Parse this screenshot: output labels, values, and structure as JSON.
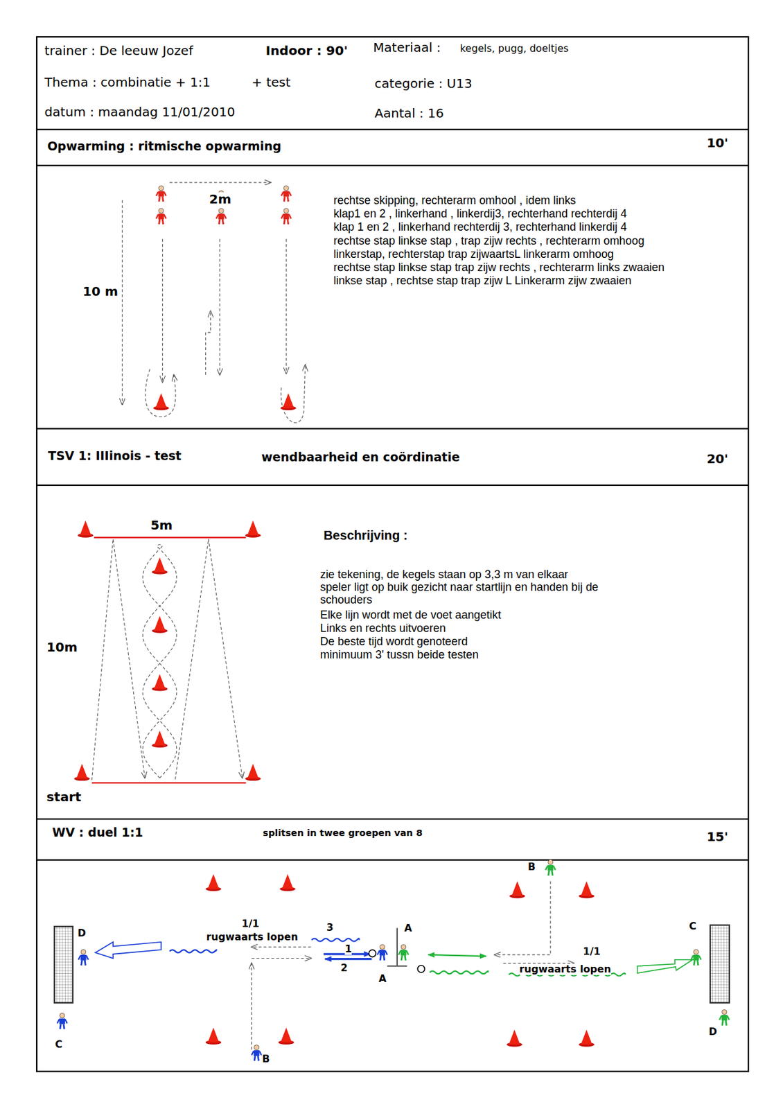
{
  "diagram": {
    "nodes": [
      {
        "text": [
          "Opwarming : ritmische opwarming",
          "10'"
        ]
      },
      {
        "text": [
          "TSV 1: IIIinois - test",
          "wendbaarheid en coördinatie",
          "20'"
        ]
      },
      {
        "text": [
          "WV : duel 1:1",
          "splitsen in twee groepen van 8",
          "15'"
        ]
      }
    ],
    "labels": [
      "trainer : De leeuw Jozef",
      "Indoor : 90'",
      "Materiaal :",
      "kegels, pugg, doeltjes",
      "Thema : combinatie + 1:1",
      "+ test",
      "categorie : U13",
      "datum : maandag 11/01/2010",
      "Aantal : 16",
      "2m",
      "10 m",
      "rechtse skipping, rechterarm omhool , idem links",
      "klap1 en 2 , linkerhand , linkerdij3, rechterhand rechterdij 4",
      "klap 1 en 2 , linkerhand rechterdij 3, rechterhand linkerdij 4",
      "rechtse stap linkse stap , trap zijw rechts , rechterarm omhoog",
      "linkerstap, rechterstap trap zijwaartsL linkerarm omhoog",
      "rechtse stap linkse stap trap zijw rechts , rechterarm links zwaaien",
      "linkse stap , rechtse stap trap zijw L Linkerarm zijw zwaaien",
      "5m",
      "10m",
      "start",
      "Beschrijving :",
      "zie tekening, de kegels staan op 3,3 m van elkaar",
      "speler ligt op buik gezicht naar startlijn en handen bij de schouders",
      "Elke lijn wordt met de voet aangetikt",
      "Links en rechts uitvoeren",
      "De beste tijd wordt genoteerd",
      "minimuum 3' tussn beide testen",
      "D",
      "C",
      "1/1",
      "rugwaarts lopen",
      "3",
      "1",
      "2",
      "A",
      "A",
      "B",
      "B",
      "C",
      "1/1",
      "rugwaarts lopen",
      "D"
    ]
  }
}
